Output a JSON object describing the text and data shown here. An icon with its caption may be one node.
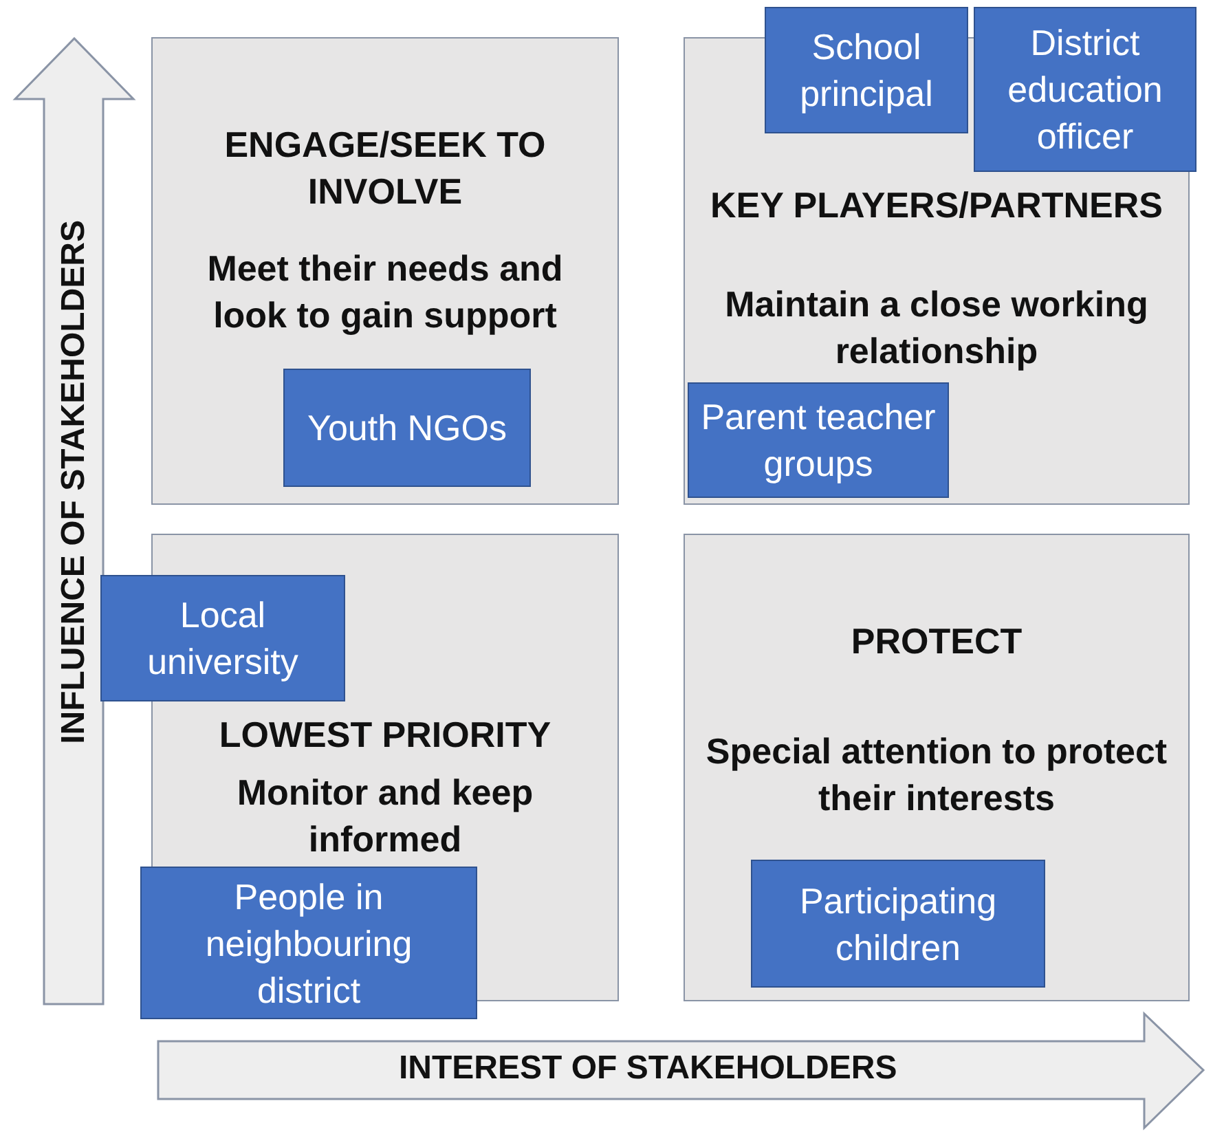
{
  "diagram": {
    "nodes": [
      {
        "text": [
          "ENGAGE/SEEK TO INVOLVE",
          "Meet their needs and look to gain support"
        ]
      },
      {
        "text": [
          "Youth NGOs"
        ],
        "in": 0
      },
      {
        "text": [
          "KEY PLAYERS/PARTNERS",
          "Maintain a close working relationship"
        ]
      },
      {
        "text": [
          "School principal"
        ]
      },
      {
        "text": [
          "District education officer"
        ]
      },
      {
        "text": [
          "Parent teacher groups"
        ],
        "in": 2
      },
      {
        "text": [
          "LOWEST PRIORITY",
          "Monitor and keep informed"
        ]
      },
      {
        "text": [
          "Local university"
        ]
      },
      {
        "text": [
          "People in neighbouring district"
        ]
      },
      {
        "text": [
          "PROTECT",
          "Special attention to protect their interests"
        ]
      },
      {
        "text": [
          "Participating children"
        ],
        "in": 9
      }
    ],
    "edges": [],
    "labels": [
      "INFLUENCE OF STAKEHOLDERS",
      "INTEREST OF STAKEHOLDERS"
    ]
  }
}
